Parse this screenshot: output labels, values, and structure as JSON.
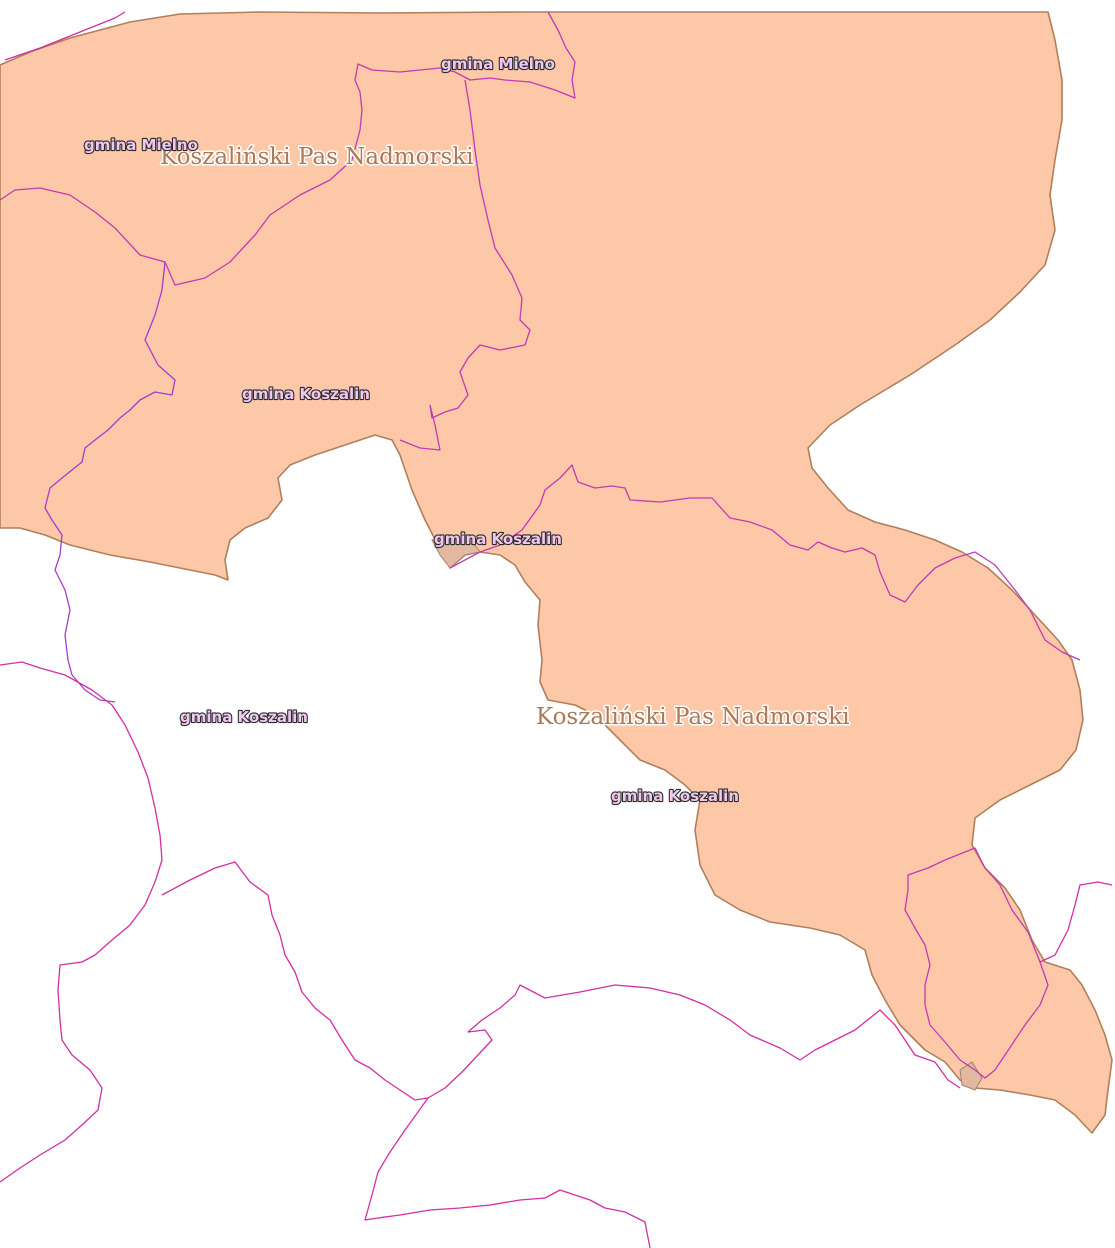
{
  "map": {
    "colors": {
      "region_fill": "#fdc8a8",
      "region_stroke": "#b07f5c",
      "small_parcel_fill": "#e2b8a0",
      "gmina_border": "#d42ea2",
      "gmina_border_alt": "#a83ad0",
      "region_label": "#a87a5a",
      "gmina_label": "#f0c8ef"
    },
    "regions": [
      {
        "name": "Koszaliński Pas Nadmorski"
      },
      {
        "name": "Koszaliński Pas Nadmorski"
      }
    ],
    "gminas": [
      {
        "name": "gmina Mielno"
      },
      {
        "name": "gmina Mielno"
      },
      {
        "name": "gmina Koszalin"
      },
      {
        "name": "gmina Koszalin"
      },
      {
        "name": "gmina Koszalin"
      },
      {
        "name": "gmina Koszalin"
      }
    ]
  }
}
